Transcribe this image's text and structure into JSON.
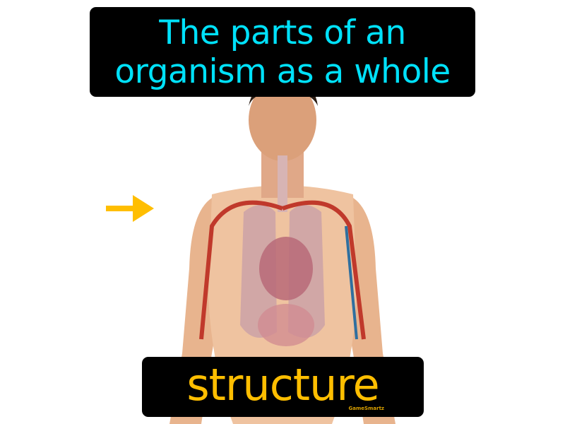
{
  "definition": {
    "lines": [
      "The parts of an",
      "organism as a whole"
    ]
  },
  "term": {
    "word": "structure",
    "brand": "GameSmartz"
  },
  "arrow": {
    "icon": "arrow-right-icon",
    "color": "#ffbe00"
  },
  "colors": {
    "definition_text": "#00e1fa",
    "term_text": "#ffbe00",
    "box_bg": "#000000"
  },
  "image": {
    "subject": "human-anatomy-torso-illustration"
  }
}
